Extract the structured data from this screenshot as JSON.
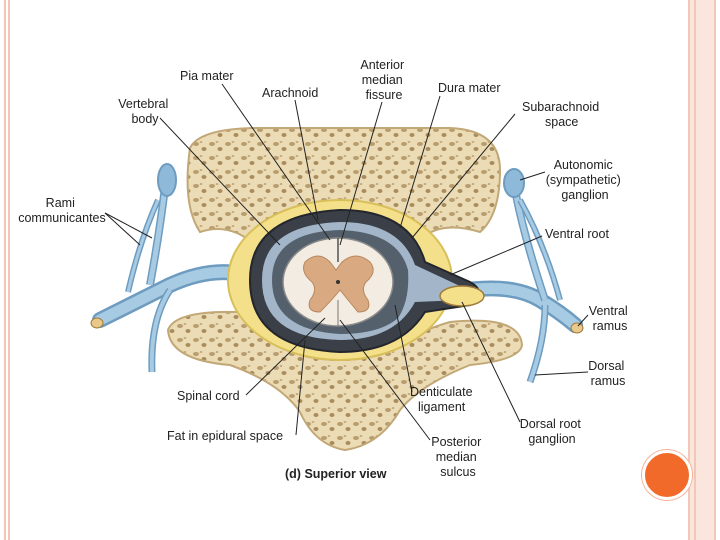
{
  "labels": {
    "pia_mater": "Pia mater",
    "arachnoid": "Arachnoid",
    "anterior_median_fissure": [
      "Anterior",
      "median",
      "fissure"
    ],
    "dura_mater": "Dura mater",
    "vertebral_body": [
      "Vertebral",
      "body"
    ],
    "subarachnoid_space": [
      "Subarachnoid",
      "space"
    ],
    "rami_communicantes": [
      "Rami",
      "communicantes"
    ],
    "autonomic_ganglion": [
      "Autonomic",
      "(sympathetic)",
      "ganglion"
    ],
    "ventral_root": "Ventral root",
    "ventral_ramus": [
      "Ventral",
      "ramus"
    ],
    "dorsal_ramus": [
      "Dorsal",
      "ramus"
    ],
    "spinal_cord": "Spinal cord",
    "denticulate_ligament": [
      "Denticulate",
      "ligament"
    ],
    "dorsal_root_ganglion": [
      "Dorsal root",
      "ganglion"
    ],
    "fat_epidural": "Fat in epidural space",
    "posterior_median_sulcus": [
      "Posterior",
      "median",
      "sulcus"
    ]
  },
  "caption": {
    "prefix": "(d)",
    "text": "Superior view"
  },
  "colors": {
    "bone": "#efe2c2",
    "bone_dark": "#c9b48a",
    "nerve": "#9ec4df",
    "nerve_dark": "#6d9cc0",
    "fat": "#f4e08a",
    "dura": "#3b4048",
    "cord_white": "#f3ece2",
    "grey_matter": "#d9aa82",
    "accent_dot": "#f26a2a",
    "slide_border": "#f2c7b7"
  }
}
